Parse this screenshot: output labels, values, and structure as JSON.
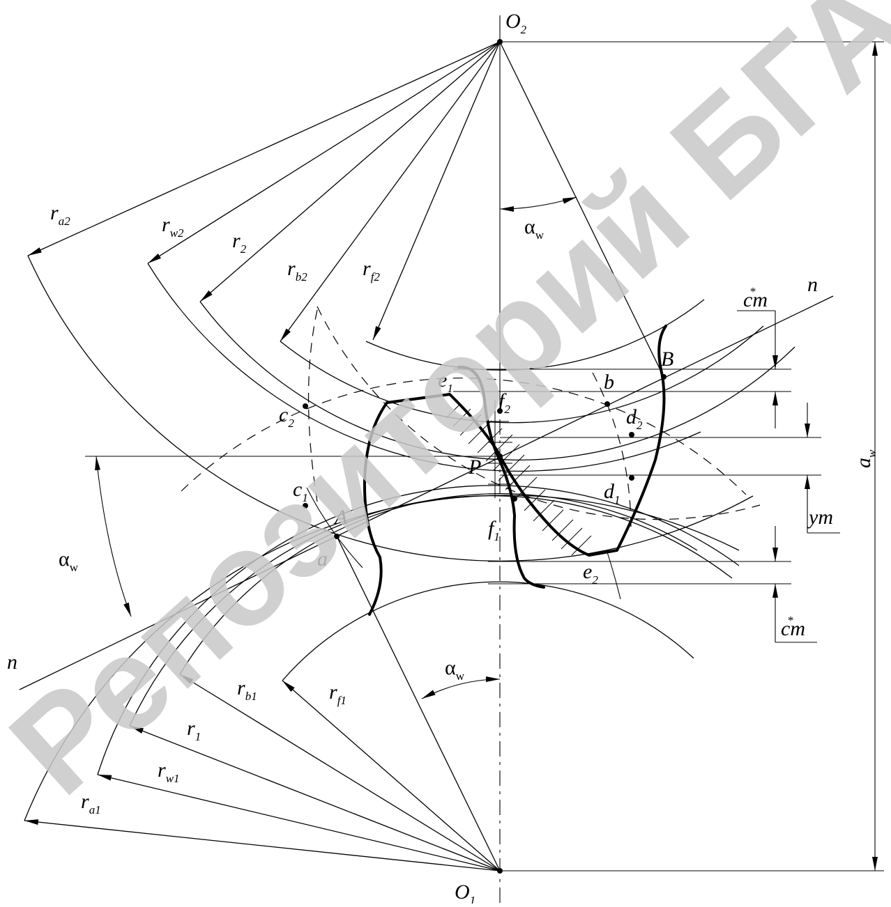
{
  "watermark": {
    "text": "Репозиторий БГАТУ",
    "color": "#c8c8c8"
  },
  "labels": {
    "O2": {
      "base": "O",
      "sub": "2"
    },
    "O1": {
      "base": "O",
      "sub": "1"
    },
    "P": {
      "base": "P"
    },
    "A": {
      "base": "A"
    },
    "B": {
      "base": "B"
    },
    "a": {
      "base": "a"
    },
    "b": {
      "base": "b"
    },
    "c1": {
      "base": "c",
      "sub": "1"
    },
    "c2": {
      "base": "c",
      "sub": "2"
    },
    "d1": {
      "base": "d",
      "sub": "1"
    },
    "d2": {
      "base": "d",
      "sub": "2"
    },
    "e1": {
      "base": "e",
      "sub": "1"
    },
    "e2": {
      "base": "e",
      "sub": "2"
    },
    "f1": {
      "base": "f",
      "sub": "1"
    },
    "f2": {
      "base": "f",
      "sub": "2"
    },
    "n_top": {
      "base": "n"
    },
    "n_bottom": {
      "base": "n"
    },
    "ra2": {
      "base": "r",
      "sub": "a2"
    },
    "rw2": {
      "base": "r",
      "sub": "w2"
    },
    "r2": {
      "base": "r",
      "sub": "2"
    },
    "rb2": {
      "base": "r",
      "sub": "b2"
    },
    "rf2": {
      "base": "r",
      "sub": "f2"
    },
    "ra1": {
      "base": "r",
      "sub": "a1"
    },
    "rw1": {
      "base": "r",
      "sub": "w1"
    },
    "r1": {
      "base": "r",
      "sub": "1"
    },
    "rb1": {
      "base": "r",
      "sub": "b1"
    },
    "rf1": {
      "base": "r",
      "sub": "f1"
    },
    "alpha_top": {
      "base": "α",
      "sub": "w"
    },
    "alpha_left": {
      "base": "α",
      "sub": "w"
    },
    "alpha_bottom": {
      "base": "α",
      "sub": "w"
    },
    "aw": {
      "base": "a",
      "sub": "w"
    },
    "ym": {
      "base": "ym"
    },
    "cm_top": {
      "base": "cm",
      "sup": "*"
    },
    "cm_bottom": {
      "base": "cm",
      "sup": "*"
    }
  }
}
